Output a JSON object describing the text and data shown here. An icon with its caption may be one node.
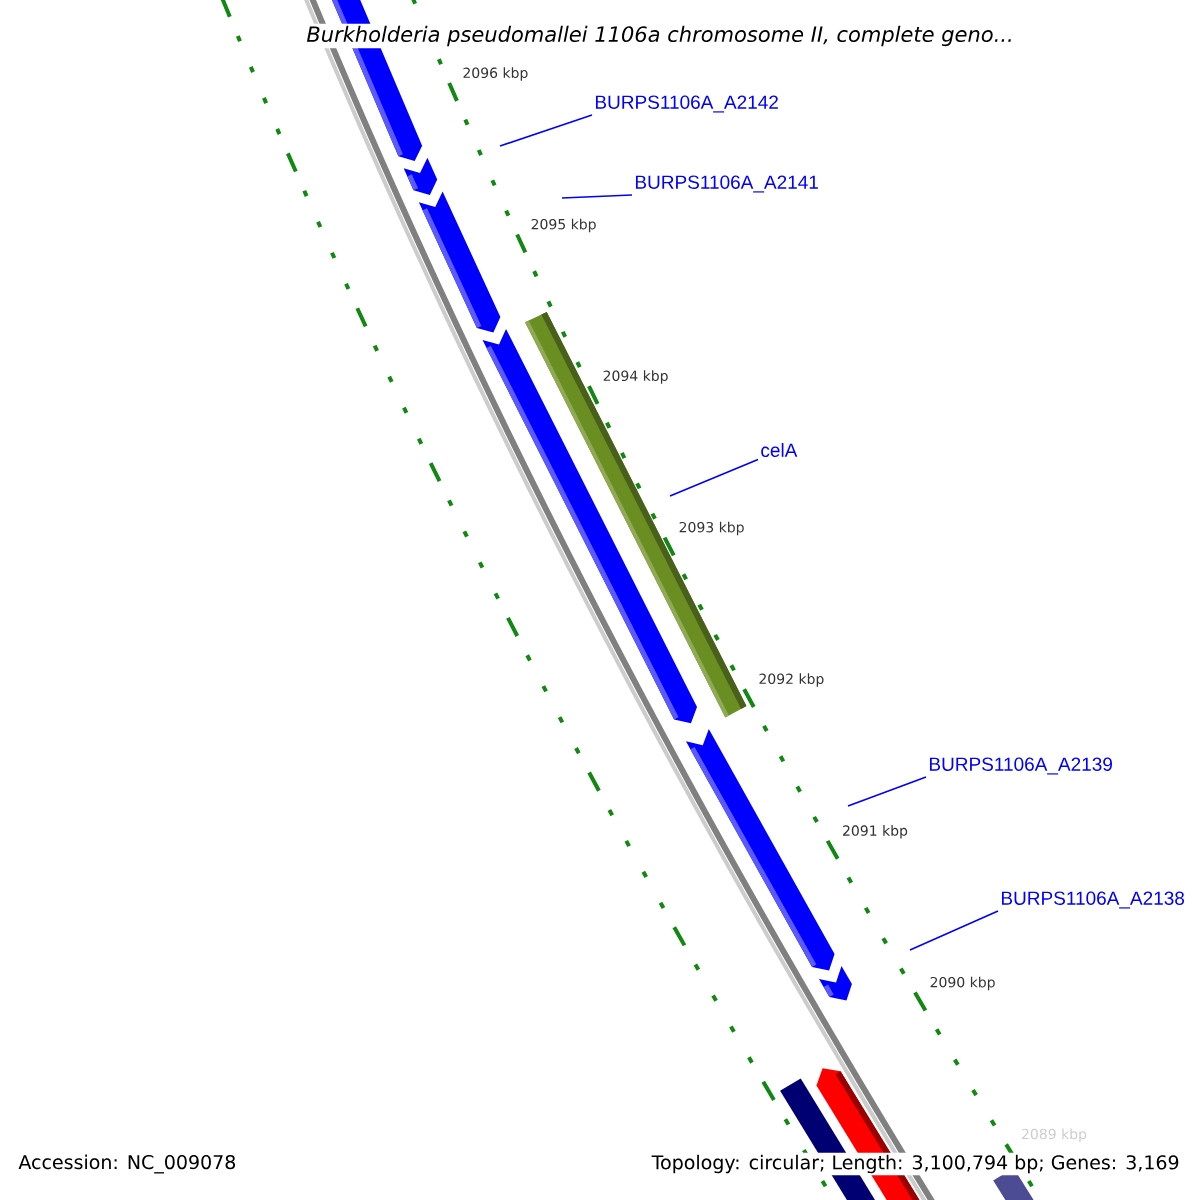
{
  "diagram": {
    "title": "*Burkholderia pseudomallei* 1106a chromosome II, complete geno...",
    "nodes": [
      {
        "text": [
          "BURPS1106A_A2142"
        ]
      },
      {
        "text": [
          "BURPS1106A_A2141"
        ]
      },
      {
        "text": [
          "celA"
        ]
      },
      {
        "text": [
          "BURPS1106A_A2139"
        ]
      },
      {
        "text": [
          "BURPS1106A_A2138"
        ]
      }
    ],
    "edges": [
      {
        "from": 0,
        "to": null,
        "arrow": "none"
      },
      {
        "from": 1,
        "to": null,
        "arrow": "none"
      },
      {
        "from": 2,
        "to": null,
        "arrow": "none"
      },
      {
        "from": 3,
        "to": null,
        "arrow": "none"
      },
      {
        "from": 4,
        "to": null,
        "arrow": "none"
      }
    ],
    "labels": [
      "2096 kbp",
      "2095 kbp",
      "2094 kbp",
      "2093 kbp",
      "2092 kbp",
      "2091 kbp",
      "2090 kbp",
      "2089 kbp",
      "Accession: NC_009078",
      "Topology: circular; Length: 3,100,794 bp; Genes: 3,169"
    ]
  }
}
